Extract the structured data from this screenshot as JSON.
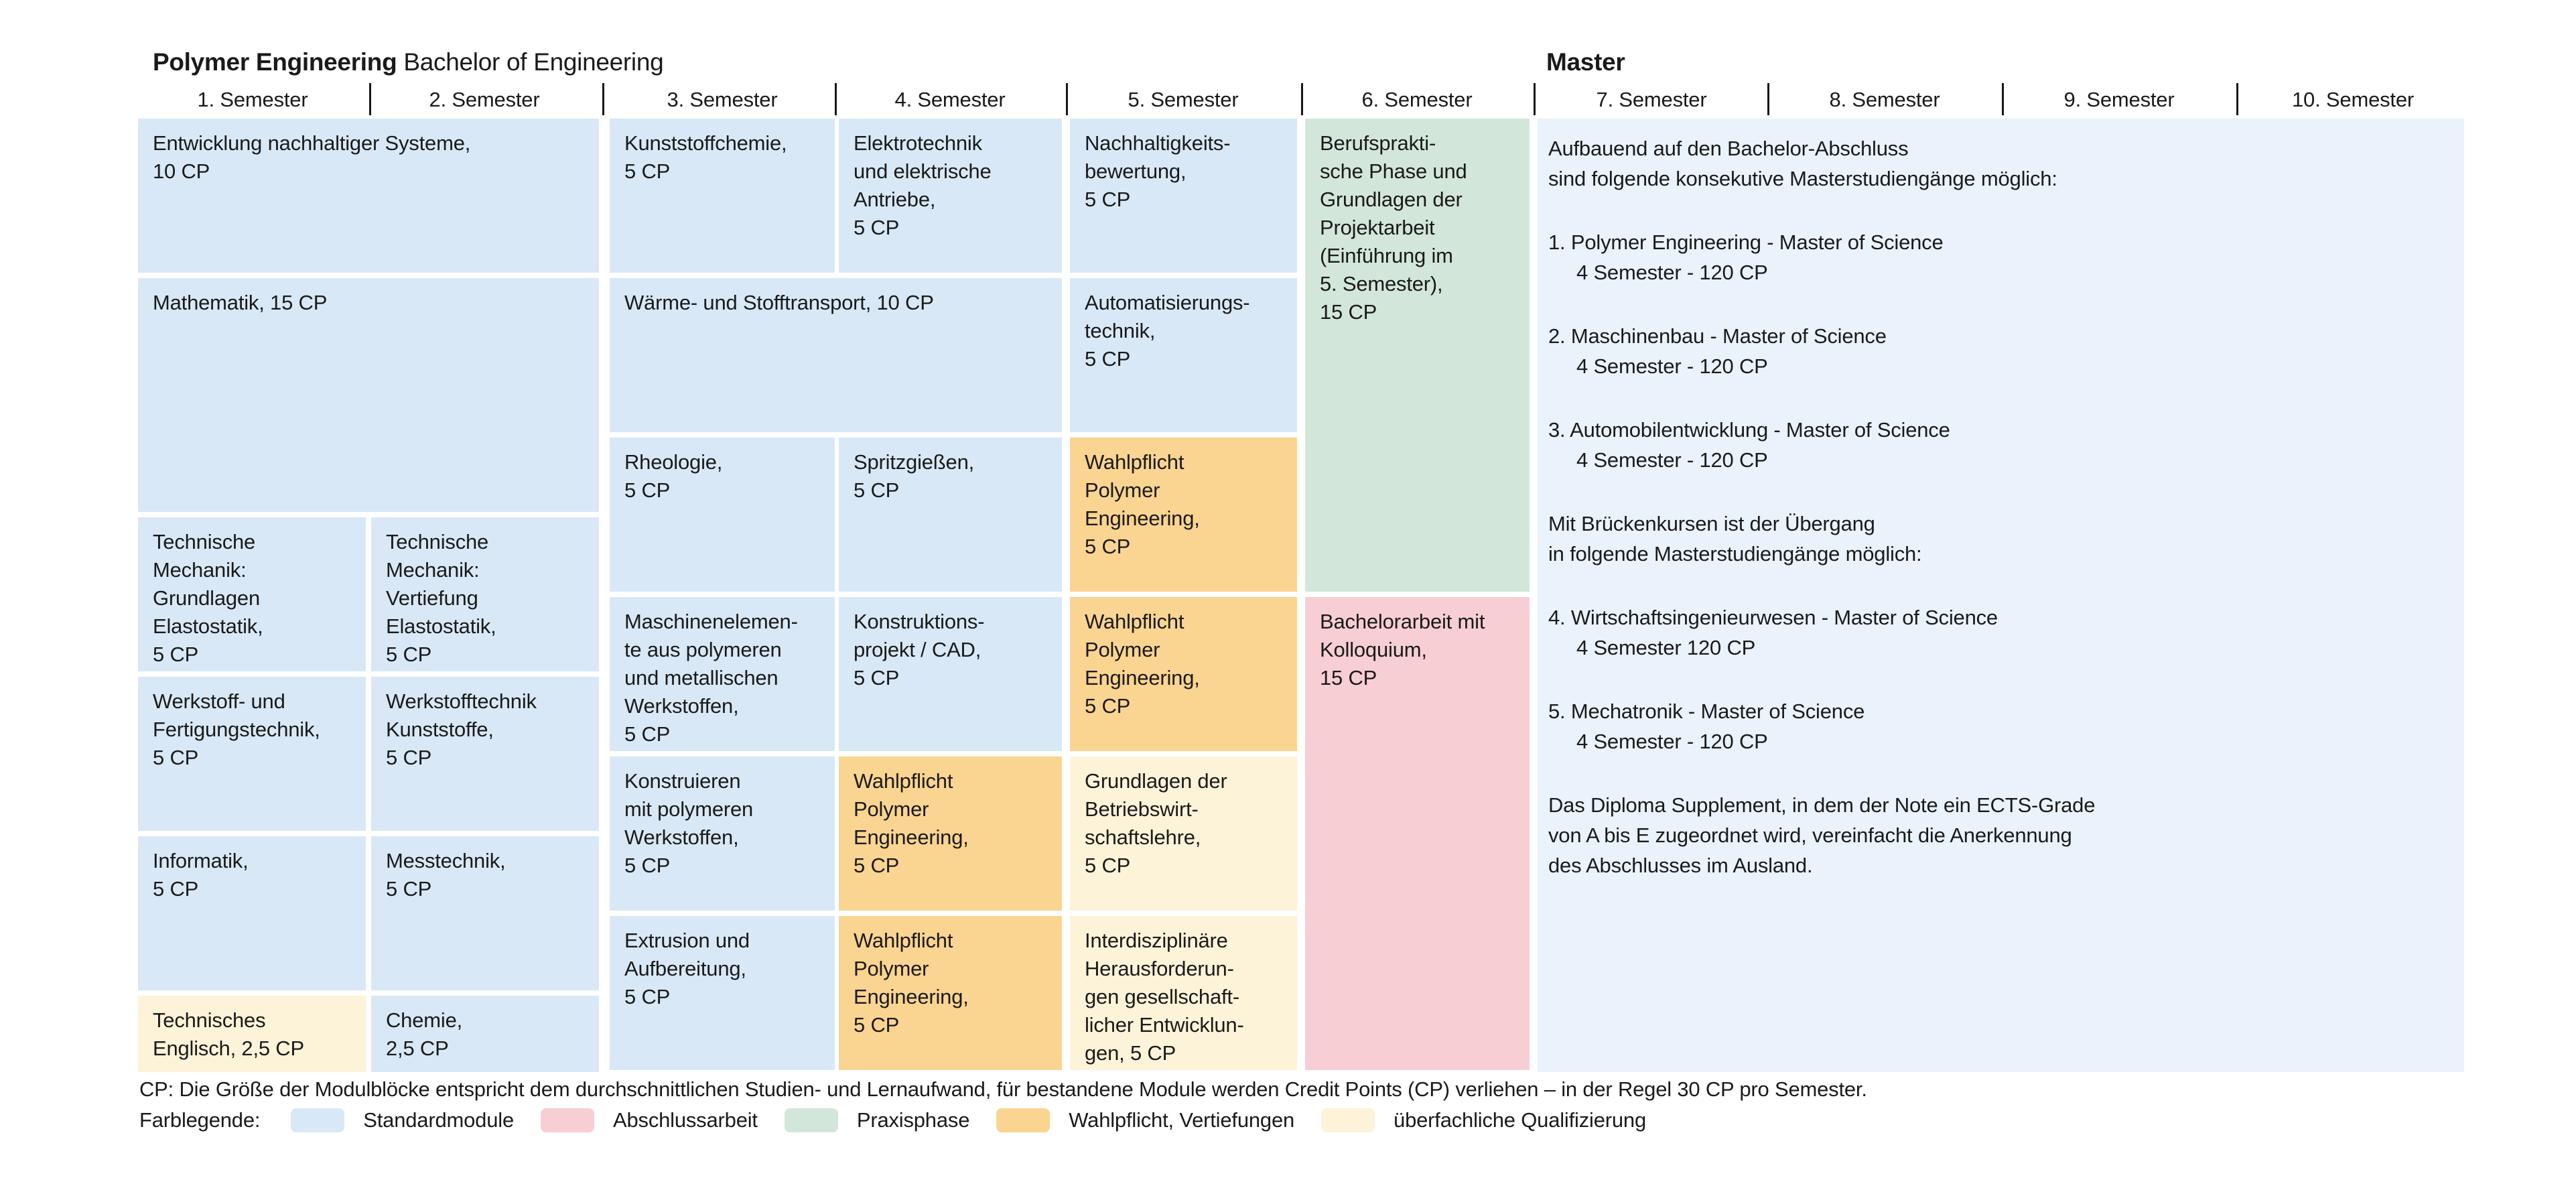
{
  "bachelor": {
    "title_bold": "Polymer Engineering",
    "title_rest": " Bachelor of Engineering",
    "semesters": [
      "1. Semester",
      "2. Semester",
      "3. Semester",
      "4. Semester",
      "5. Semester",
      "6. Semester"
    ]
  },
  "master": {
    "title": "Master",
    "semesters": [
      "7. Semester",
      "8. Semester",
      "9. Semester",
      "10. Semester"
    ],
    "paragraphs": [
      {
        "indent": false,
        "lines": [
          "Aufbauend auf den Bachelor-Abschluss",
          "sind folgende konsekutive Masterstudiengänge möglich:"
        ]
      },
      {
        "indent": true,
        "lines": [
          "1. Polymer Engineering - Master of Science",
          "4 Semester - 120 CP"
        ]
      },
      {
        "indent": true,
        "lines": [
          "2. Maschinenbau - Master of Science",
          "4 Semester - 120 CP"
        ]
      },
      {
        "indent": true,
        "lines": [
          "3. Automobilentwicklung - Master of Science",
          "4 Semester - 120 CP"
        ]
      },
      {
        "indent": false,
        "lines": [
          "Mit Brückenkursen ist der Übergang",
          "in folgende Masterstudiengänge möglich:"
        ]
      },
      {
        "indent": true,
        "lines": [
          "4. Wirtschaftsingenieurwesen - Master of Science",
          "4 Semester 120 CP"
        ]
      },
      {
        "indent": true,
        "lines": [
          "5. Mechatronik - Master of Science",
          "4 Semester - 120 CP"
        ]
      },
      {
        "indent": false,
        "lines": [
          "Das Diploma Supplement, in dem der Note ein ECTS-Grade",
          "von A bis E zugeordnet wird, vereinfacht die Anerkennung",
          "des Abschlusses im Ausland."
        ]
      }
    ]
  },
  "modules": [
    {
      "type": "standard",
      "label": "Entwicklung nachhaltiger Systeme,\n10 CP"
    },
    {
      "type": "standard",
      "label": "Mathematik, 15 CP"
    },
    {
      "type": "standard",
      "label": "Technische\nMechanik:\nGrundlagen\nElastostatik,\n5 CP"
    },
    {
      "type": "standard",
      "label": "Technische\nMechanik:\nVertiefung\nElastostatik,\n5 CP"
    },
    {
      "type": "standard",
      "label": "Werkstoff- und\nFertigungstechnik,\n5 CP"
    },
    {
      "type": "standard",
      "label": "Werkstofftechnik\nKunststoffe,\n5 CP"
    },
    {
      "type": "standard",
      "label": "Informatik,\n5 CP"
    },
    {
      "type": "standard",
      "label": "Messtechnik,\n5 CP"
    },
    {
      "type": "ueberfachlich",
      "label": "Technisches\nEnglisch, 2,5 CP"
    },
    {
      "type": "standard",
      "label": "Chemie,\n2,5 CP"
    },
    {
      "type": "standard",
      "label": "Kunststoffchemie,\n5 CP"
    },
    {
      "type": "standard",
      "label": "Elektrotechnik\nund elektrische\nAntriebe,\n5 CP"
    },
    {
      "type": "standard",
      "label": "Wärme- und Stofftransport, 10 CP"
    },
    {
      "type": "standard",
      "label": "Rheologie,\n5 CP"
    },
    {
      "type": "standard",
      "label": "Spritzgießen,\n5 CP"
    },
    {
      "type": "standard",
      "label": "Maschinenelemen-\nte aus polymeren\nund metallischen\nWerkstoffen,\n5 CP"
    },
    {
      "type": "standard",
      "label": "Konstruktions-\nprojekt / CAD,\n5 CP"
    },
    {
      "type": "standard",
      "label": "Konstruieren\nmit polymeren\nWerkstoffen,\n5 CP"
    },
    {
      "type": "wahlpflicht",
      "label": "Wahlpflicht\nPolymer\nEngineering,\n5 CP"
    },
    {
      "type": "standard",
      "label": "Extrusion und\nAufbereitung,\n5 CP"
    },
    {
      "type": "wahlpflicht",
      "label": "Wahlpflicht\nPolymer\nEngineering,\n5 CP"
    },
    {
      "type": "standard",
      "label": "Nachhaltigkeits-\nbewertung,\n5 CP"
    },
    {
      "type": "standard",
      "label": "Automatisierungs-\ntechnik,\n5 CP"
    },
    {
      "type": "wahlpflicht",
      "label": "Wahlpflicht\nPolymer\nEngineering,\n5 CP"
    },
    {
      "type": "wahlpflicht",
      "label": "Wahlpflicht\nPolymer\nEngineering,\n5 CP"
    },
    {
      "type": "ueberfachlich",
      "label": "Grundlagen der\nBetriebswirt-\nschaftslehre,\n5 CP"
    },
    {
      "type": "ueberfachlich",
      "label": "Interdisziplinäre\nHerausforderun-\ngen gesellschaft-\nlicher Entwicklun-\ngen, 5 CP"
    },
    {
      "type": "praxis",
      "label": "Berufsprakti-\nsche Phase und\nGrundlagen der\nProjektarbeit\n(Einführung im\n5. Semester),\n15 CP"
    },
    {
      "type": "abschluss",
      "label": "Bachelorarbeit mit\nKolloquium,\n15 CP"
    }
  ],
  "footer": {
    "cp_note": "CP: Die Größe der Modulblöcke entspricht dem durchschnittlichen Studien- und Lernaufwand, für bestandene Module werden Credit Points (CP) verliehen – in der Regel 30 CP pro Semester.",
    "legend_label": "Farblegende:",
    "legend": [
      {
        "key": "standard",
        "label": "Standardmodule"
      },
      {
        "key": "abschluss",
        "label": "Abschlussarbeit"
      },
      {
        "key": "praxis",
        "label": "Praxisphase"
      },
      {
        "key": "wahlpflicht",
        "label": "Wahlpflicht, Vertiefungen"
      },
      {
        "key": "ueberfachlich",
        "label": "überfachliche Qualifizierung"
      }
    ]
  },
  "colors": {
    "standard": "#d9e8f6",
    "wahlpflicht": "#fad491",
    "ueberfachlich": "#fdf3d9",
    "praxis": "#d3e6da",
    "abschluss": "#f7ced4",
    "master_panel": "#eaf2fb",
    "text": "#1a1a1a"
  }
}
